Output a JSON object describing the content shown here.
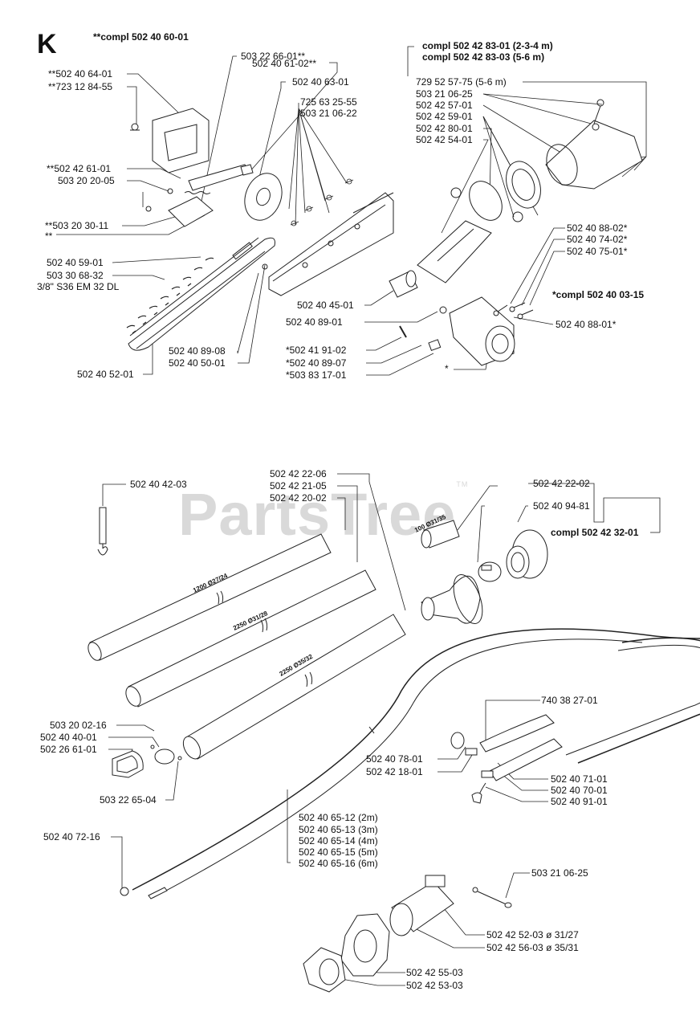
{
  "section_letter": "K",
  "watermark": "PartsTree",
  "watermark_tm": "TM",
  "assemblies": {
    "top_left": "**compl 502 40 60-01",
    "top_right_1": "compl 502 42 83-01 (2-3-4 m)",
    "top_right_2": "compl 502 42 83-03 (5-6 m)",
    "mid_right": "*compl 502 40 03-15",
    "bottom_right": "compl 502 42 32-01"
  },
  "tube_marks": {
    "tube_1200": "1200 Ø27/24",
    "tube_2250a": "2250 Ø31/28",
    "tube_2250b": "2250 Ø35/32",
    "sleeve_100": "100 Ø31/35"
  },
  "labels": {
    "p1": "**502 40 64-01",
    "p2": "**723 12 84-55",
    "p3": "503 22 66-01**",
    "p4": "502 40 61-02**",
    "p5": "502 40 63-01",
    "p6": "725 63 25-55",
    "p7": "503 21 06-22",
    "p8": "**502 42 61-01",
    "p9": "503 20 20-05",
    "p10": "**503 20 30-11",
    "p11": "**",
    "p12": "502 40 59-01",
    "p13": "503 30 68-32",
    "p14": "3/8\" S36 EM 32 DL",
    "p15": "502 40 89-08",
    "p16": "502 40 50-01",
    "p17": "502 40 52-01",
    "p18": "502 40 45-01",
    "p19": "502 40 89-01",
    "p20": "*502 41 91-02",
    "p21": "*502 40 89-07",
    "p22": "*503 83 17-01",
    "p23": "*",
    "p24": "729 52 57-75 (5-6 m)",
    "p25": "503 21 06-25",
    "p26": "502 42 57-01",
    "p27": "502 42 59-01",
    "p28": "502 42 80-01",
    "p29": "502 42 54-01",
    "p30": "502 40 88-02*",
    "p31": "502 40 74-02*",
    "p32": "502 40 75-01*",
    "p33": "502 40 88-01*",
    "p34": "502 40 42-03",
    "p35": "502 42 22-06",
    "p36": "502 42 21-05",
    "p37": "502 42 20-02",
    "p38": "502 42 22-02",
    "p39": "502 40 94-81",
    "p40": "503 20 02-16",
    "p41": "502 40 40-01",
    "p42": "502 26 61-01",
    "p43": "503 22 65-04",
    "p44": "740 38 27-01",
    "p45": "502 40 78-01",
    "p46": "502 42 18-01",
    "p47": "502 40 71-01",
    "p48": "502 40 70-01",
    "p49": "502 40 91-01",
    "p50": "502 40 72-16",
    "p51": "502 40 65-12 (2m)",
    "p52": "502 40 65-13 (3m)",
    "p53": "502 40 65-14 (4m)",
    "p54": "502 40 65-15 (5m)",
    "p55": "502 40 65-16 (6m)",
    "p56": "503 21 06-25",
    "p57": "502 42 52-03 ø 31/27",
    "p58": "502 42 56-03 ø 35/31",
    "p59": "502 42 55-03",
    "p60": "502 42 53-03"
  }
}
